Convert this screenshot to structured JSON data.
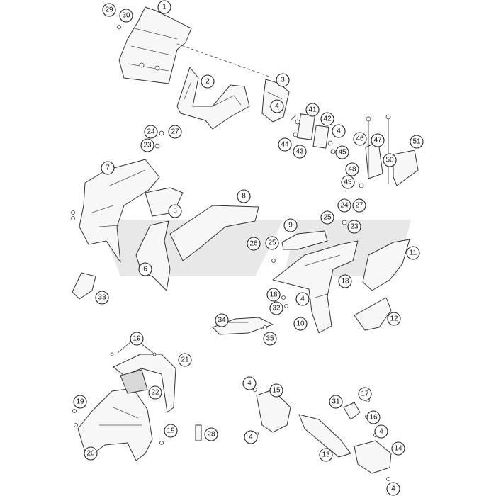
{
  "callouts": [
    "1",
    "2",
    "3",
    "4",
    "5",
    "6",
    "7",
    "8",
    "9",
    "10",
    "11",
    "12",
    "13",
    "14",
    "15",
    "16",
    "17",
    "18",
    "19",
    "20",
    "21",
    "22",
    "23",
    "24",
    "25",
    "26",
    "27",
    "28",
    "29",
    "30",
    "31",
    "32",
    "33",
    "34",
    "35",
    "41",
    "42",
    "43",
    "44",
    "45",
    "46",
    "47",
    "48",
    "49",
    "50",
    "51"
  ],
  "watermark": {
    "color": "#e8e8e8"
  },
  "colors": {
    "line": "#333333",
    "fill": "#f7f7f7",
    "background": "#ffffff"
  }
}
